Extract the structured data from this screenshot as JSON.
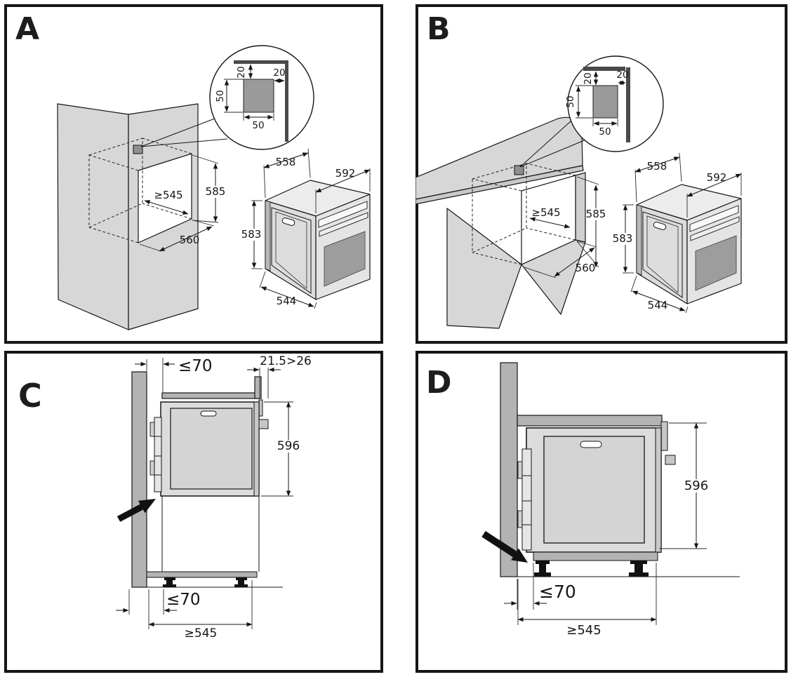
{
  "panels": {
    "a": {
      "letter": "A",
      "vent_detail": {
        "gap_top": "20",
        "gap_side": "20",
        "cutout_height": "50",
        "cutout_width": "50"
      },
      "niche": {
        "width_min": "≥545",
        "height": "585",
        "depth": "560"
      },
      "oven": {
        "depth_top": "558",
        "width": "592",
        "height": "583",
        "depth_bottom": "544"
      }
    },
    "b": {
      "letter": "B",
      "vent_detail": {
        "gap_top": "20",
        "gap_side": "20",
        "cutout_height": "50",
        "cutout_width": "50"
      },
      "niche": {
        "width_min": "≥545",
        "height": "585",
        "depth": "560"
      },
      "oven": {
        "depth_top": "558",
        "width": "592",
        "height": "583",
        "depth_bottom": "544"
      }
    },
    "c": {
      "letter": "C",
      "dims": {
        "front_clearance_top": "≤70",
        "rear_gap": "21.5>26",
        "oven_front_height": "596",
        "front_clearance_bottom": "≤70",
        "cabinet_depth_min": "≥545"
      }
    },
    "d": {
      "letter": "D",
      "dims": {
        "oven_front_height": "596",
        "front_clearance": "≤70",
        "cabinet_depth_min": "≥545"
      }
    }
  }
}
